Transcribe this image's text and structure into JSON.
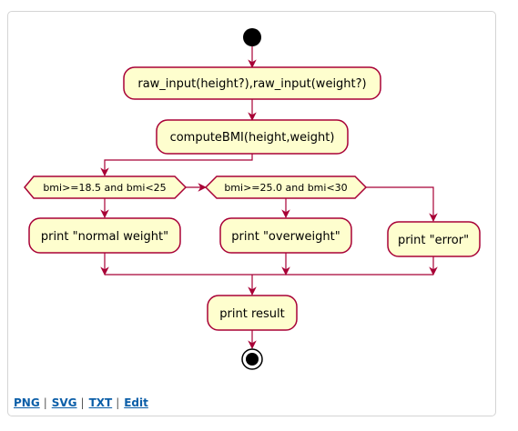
{
  "diagram": {
    "nodes": {
      "input": "raw_input(height?),raw_input(weight?)",
      "compute": "computeBMI(height,weight)",
      "normal": "print \"normal weight\"",
      "over": "print \"overweight\"",
      "error": "print \"error\"",
      "result": "print result"
    },
    "conditions": {
      "cond1": "bmi>=18.5 and bmi<25",
      "cond2": "bmi>=25.0 and bmi<30"
    }
  },
  "links": {
    "png": "PNG",
    "svg": "SVG",
    "txt": "TXT",
    "edit": "Edit",
    "separator": "|"
  },
  "colors": {
    "node_fill": "#FEFECE",
    "border": "#A80036",
    "link": "#0B5EA8"
  }
}
